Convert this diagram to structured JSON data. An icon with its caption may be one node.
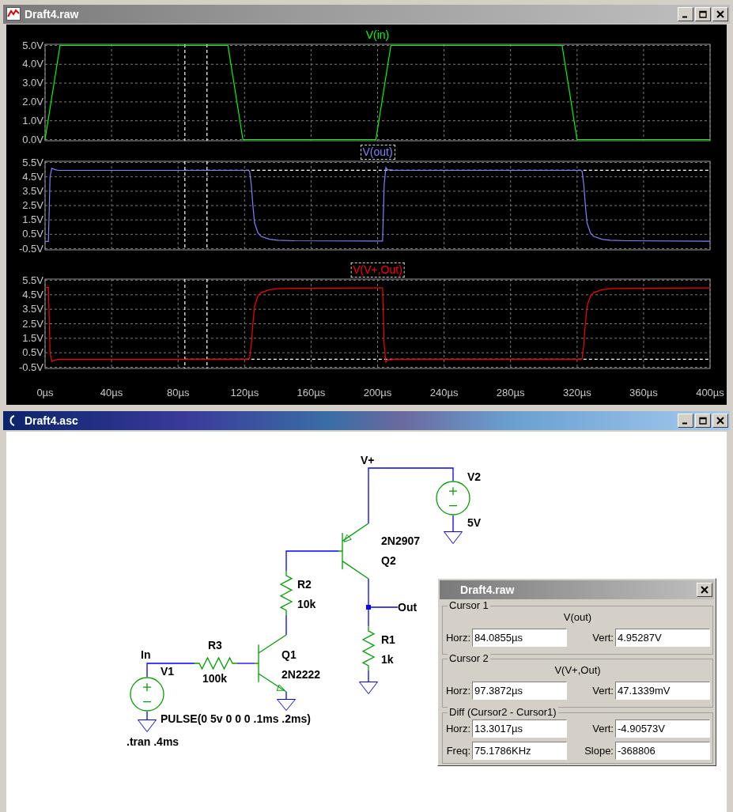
{
  "diagram": {
    "nodes": [
      {
        "text": [],
        "shape": "circle",
        "beside": [
          "V2",
          "5V"
        ]
      },
      {
        "text": [],
        "shape": "ground"
      },
      {
        "text": [],
        "shape": "transistor",
        "beside": [
          "2N2907",
          "Q2"
        ]
      },
      {
        "text": [],
        "shape": "resistor",
        "beside": [
          "R2",
          "10k"
        ]
      },
      {
        "text": [],
        "shape": "dot"
      },
      {
        "text": [
          "Out"
        ]
      },
      {
        "text": [],
        "shape": "resistor",
        "beside": [
          "R1",
          "1k"
        ]
      },
      {
        "text": [],
        "shape": "ground"
      },
      {
        "text": [],
        "shape": "resistor",
        "beside": [
          "R3",
          "100k"
        ]
      },
      {
        "text": [],
        "shape": "transistor",
        "beside": [
          "Q1",
          "2N2222"
        ]
      },
      {
        "text": [],
        "shape": "circle",
        "beside": [
          "V1",
          "PULSE(0 5v 0 0 0 .1ms .2ms)"
        ]
      },
      {
        "text": [],
        "shape": "ground"
      },
      {
        "text": [],
        "shape": "ground"
      }
    ],
    "edges": [
      {
        "from": 0,
        "to": 2,
        "arrow": "none"
      },
      {
        "from": 0,
        "to": 1,
        "arrow": "none"
      },
      {
        "from": 3,
        "to": 2,
        "arrow": "none"
      },
      {
        "from": 2,
        "to": 4,
        "arrow": "none"
      },
      {
        "from": 4,
        "to": 5,
        "arrow": "none"
      },
      {
        "from": 4,
        "to": 6,
        "arrow": "none"
      },
      {
        "from": 6,
        "to": 7,
        "arrow": "none"
      },
      {
        "from": 9,
        "to": 3,
        "arrow": "none"
      },
      {
        "from": 8,
        "to": 9,
        "arrow": "none"
      },
      {
        "from": 9,
        "to": 11,
        "arrow": "none"
      },
      {
        "from": 10,
        "to": 8,
        "arrow": "none"
      },
      {
        "from": 10,
        "to": 12,
        "arrow": "none"
      }
    ],
    "labels": [
      "Draft4.raw",
      "Draft4.asc",
      "V+",
      "In",
      ".tran .4ms",
      "Draft4.raw",
      "Cursor 1",
      "V(out)",
      "Horz:",
      "84.0855µs",
      "Vert:",
      "4.95287V",
      "Cursor 2",
      "V(V+,Out)",
      "Horz:",
      "97.3872µs",
      "Vert:",
      "47.1339mV",
      "Diff (Cursor2 - Cursor1)",
      "Horz:",
      "13.3017µs",
      "Vert:",
      "-4.90573V",
      "Freq:",
      "75.1786KHz",
      "Slope:",
      "-368806"
    ],
    "chart_data": [
      {
        "type": "line",
        "title": "V(in)",
        "x": [
          0,
          9,
          110,
          119,
          199,
          208,
          311,
          320,
          400
        ],
        "series": [
          {
            "color": "#00ff00",
            "values": [
              0,
              5,
              5,
              0,
              0,
              5,
              5,
              0,
              0
            ]
          }
        ],
        "xlim": [
          0,
          400
        ],
        "ylim": [
          0,
          5
        ],
        "grid": true,
        "ref_lines": [
          {
            "axis": "x",
            "value": 84.0855
          },
          {
            "axis": "x",
            "value": 97.3872
          }
        ],
        "yticks": [
          {
            "value": 0,
            "label": "0.0V"
          },
          {
            "value": 1,
            "label": "1.0V"
          },
          {
            "value": 2,
            "label": "2.0V"
          },
          {
            "value": 3,
            "label": "3.0V"
          },
          {
            "value": 4,
            "label": "4.0V"
          },
          {
            "value": 5,
            "label": "5.0V"
          }
        ]
      },
      {
        "type": "line",
        "title": "V(out)",
        "x": [
          0,
          2,
          3,
          4,
          6,
          8,
          122,
          123,
          124,
          125,
          126,
          128,
          130,
          135,
          140,
          150,
          200,
          203,
          204,
          205,
          206,
          210,
          322,
          323,
          324,
          325,
          326,
          328,
          330,
          335,
          340,
          350,
          400
        ],
        "series": [
          {
            "color": "#8080ff",
            "values": [
              0,
              0,
              4.5,
              5.1,
              5.0,
              4.95,
              4.95,
              4.9,
              4,
              2.5,
              1.3,
              0.6,
              0.35,
              0.15,
              0.08,
              0.05,
              0.03,
              0.03,
              4,
              5.15,
              5.0,
              4.95,
              4.95,
              4.9,
              4,
              2.5,
              1.3,
              0.6,
              0.35,
              0.15,
              0.08,
              0.05,
              0.02
            ]
          }
        ],
        "xlim": [
          0,
          400
        ],
        "ylim": [
          -0.5,
          5.5
        ],
        "grid": true,
        "ref_lines": [
          {
            "axis": "x",
            "value": 84.0855
          },
          {
            "axis": "x",
            "value": 97.3872
          },
          {
            "axis": "y",
            "value": 4.95287
          }
        ],
        "yticks": [
          {
            "value": -0.5,
            "label": "-0.5V"
          },
          {
            "value": 0.5,
            "label": "0.5V"
          },
          {
            "value": 1.5,
            "label": "1.5V"
          },
          {
            "value": 2.5,
            "label": "2.5V"
          },
          {
            "value": 3.5,
            "label": "3.5V"
          },
          {
            "value": 4.5,
            "label": "4.5V"
          },
          {
            "value": 5.5,
            "label": "5.5V"
          }
        ]
      },
      {
        "type": "line",
        "title": "V(V+,Out)",
        "x": [
          0,
          2,
          3,
          4,
          6,
          8,
          122,
          123,
          124,
          125,
          126,
          128,
          130,
          135,
          140,
          150,
          200,
          203,
          204,
          205,
          206,
          210,
          322,
          323,
          324,
          325,
          326,
          328,
          330,
          335,
          340,
          350,
          400
        ],
        "series": [
          {
            "color": "#ff0000",
            "values": [
              5,
              5,
              0.5,
              -0.1,
              0,
              0.05,
              0.05,
              0.1,
              1,
              2.5,
              3.7,
              4.4,
              4.65,
              4.85,
              4.92,
              4.95,
              4.97,
              4.97,
              1,
              -0.15,
              0,
              0.05,
              0.05,
              0.1,
              1,
              2.5,
              3.7,
              4.4,
              4.65,
              4.85,
              4.92,
              4.95,
              4.98
            ]
          }
        ],
        "xlim": [
          0,
          400
        ],
        "ylim": [
          -0.5,
          5.5
        ],
        "grid": true,
        "ref_lines": [
          {
            "axis": "x",
            "value": 84.0855
          },
          {
            "axis": "x",
            "value": 97.3872
          },
          {
            "axis": "y",
            "value": 0.0471339
          }
        ],
        "xticks": [
          {
            "value": 0,
            "label": "0µs"
          },
          {
            "value": 40,
            "label": "40µs"
          },
          {
            "value": 80,
            "label": "80µs"
          },
          {
            "value": 120,
            "label": "120µs"
          },
          {
            "value": 160,
            "label": "160µs"
          },
          {
            "value": 200,
            "label": "200µs"
          },
          {
            "value": 240,
            "label": "240µs"
          },
          {
            "value": 280,
            "label": "280µs"
          },
          {
            "value": 320,
            "label": "320µs"
          },
          {
            "value": 360,
            "label": "360µs"
          },
          {
            "value": 400,
            "label": "400µs"
          }
        ],
        "yticks": [
          {
            "value": -0.5,
            "label": "-0.5V"
          },
          {
            "value": 0.5,
            "label": "0.5V"
          },
          {
            "value": 1.5,
            "label": "1.5V"
          },
          {
            "value": 2.5,
            "label": "2.5V"
          },
          {
            "value": 3.5,
            "label": "3.5V"
          },
          {
            "value": 4.5,
            "label": "4.5V"
          },
          {
            "value": 5.5,
            "label": "5.5V"
          }
        ]
      }
    ]
  }
}
